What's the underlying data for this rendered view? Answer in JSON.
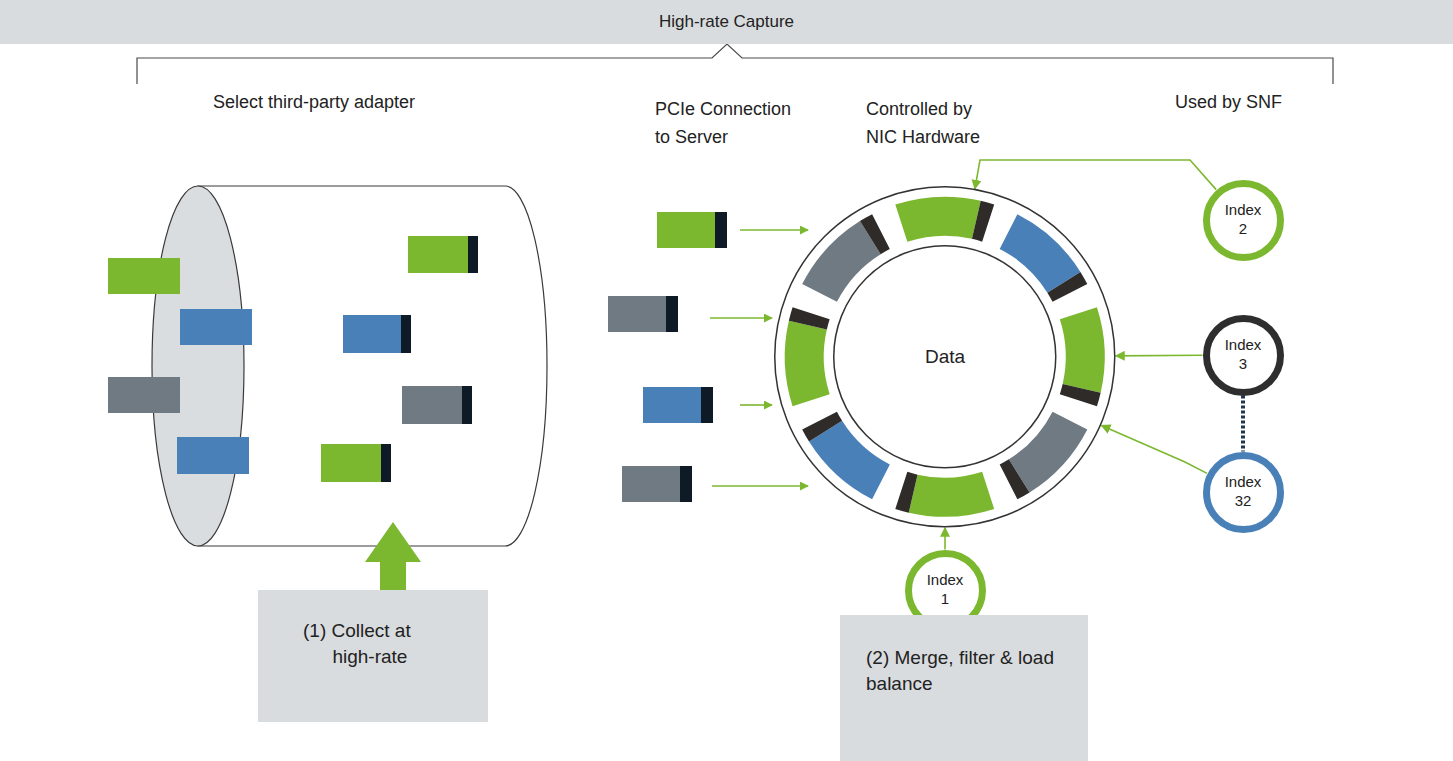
{
  "diagram": {
    "nodes": [
      {
        "text": [
          "High-rate Capture"
        ]
      },
      {
        "text": [
          "(1) Collect at high-rate"
        ]
      },
      {
        "text": [
          "Data"
        ]
      },
      {
        "text": [
          "Index 2"
        ]
      },
      {
        "text": [
          "Index 3"
        ]
      },
      {
        "text": [
          "Index 32"
        ]
      },
      {
        "text": [
          "Index 1"
        ]
      },
      {
        "text": [
          "(2) Merge, filter & load balance"
        ]
      }
    ],
    "edges": [
      {
        "from": 3,
        "to": 2,
        "arrow": "to"
      },
      {
        "from": 4,
        "to": 2,
        "arrow": "to"
      },
      {
        "from": 5,
        "to": 2,
        "arrow": "to"
      },
      {
        "from": 6,
        "to": 2,
        "arrow": "to"
      },
      {
        "from": 4,
        "to": 5,
        "arrow": "none"
      }
    ],
    "labels": [
      "Select third-party adapter",
      "PCIe Connection to Server",
      "Controlled by NIC Hardware",
      "Used by SNF"
    ]
  }
}
